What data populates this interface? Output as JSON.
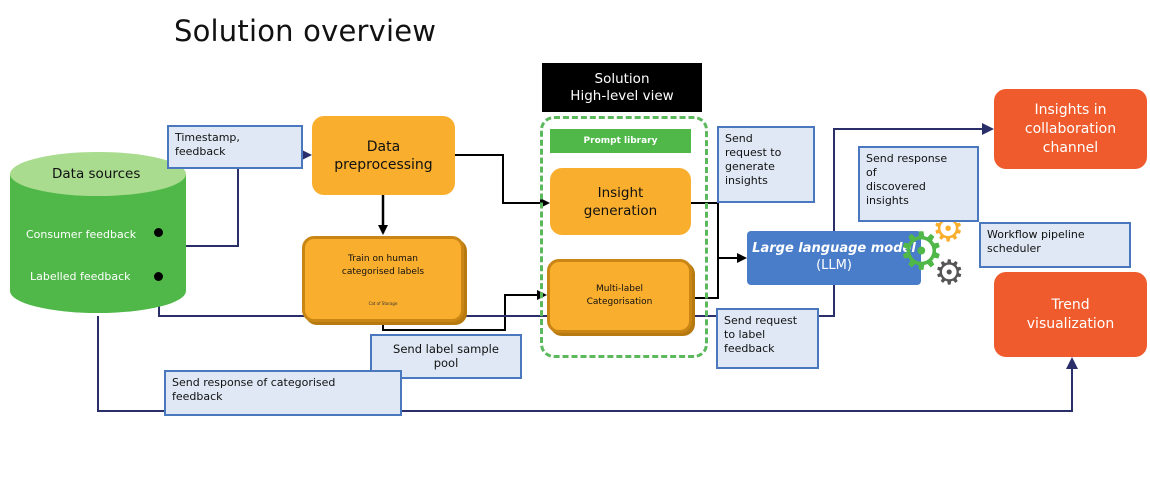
{
  "title": "Solution overview",
  "highlevel": {
    "line1": "Solution",
    "line2": "High-level view"
  },
  "prompt_library": "Prompt library",
  "data_sources": {
    "title": "Data sources",
    "items": [
      "Consumer feedback",
      "Labelled feedback"
    ]
  },
  "data_preprocessing": {
    "line1": "Data",
    "line2": "preprocessing"
  },
  "train": {
    "line1": "Train on human",
    "line2": "categorised labels",
    "sub": "Cat of Storage"
  },
  "insight_generation": {
    "line1": "Insight",
    "line2": "generation"
  },
  "multilabel": {
    "line1": "Multi-label",
    "line2": "Categorisation"
  },
  "llm": {
    "name": "Large language model",
    "abbr": "(LLM)"
  },
  "insights_channel": {
    "line1": "Insights in",
    "line2": "collaboration",
    "line3": "channel"
  },
  "trend": {
    "line1": "Trend",
    "line2": "visualization"
  },
  "notes": {
    "timestamp": [
      "Timestamp,",
      "feedback"
    ],
    "generate": [
      "Send",
      "request to",
      "generate",
      "insights"
    ],
    "response_insights": [
      "Send response",
      "of",
      "discovered",
      "insights"
    ],
    "workflow": [
      "Workflow pipeline",
      "scheduler"
    ],
    "label_request": [
      "Send request",
      "to label",
      "feedback"
    ],
    "sample_pool": [
      "Send label sample",
      "pool"
    ],
    "categorised": [
      "Send response of categorised",
      "feedback"
    ]
  },
  "colors": {
    "orange": "#f9ae2e",
    "red": "#ef5b2c",
    "green": "#4fb848",
    "blue": "#4a7dc9",
    "note_fill": "#dfe8f4",
    "note_border": "#4a78bf",
    "wire_dark": "#2a2f6a"
  },
  "icons": [
    "gear-icon-green",
    "gear-icon-orange",
    "gear-icon-gray"
  ]
}
